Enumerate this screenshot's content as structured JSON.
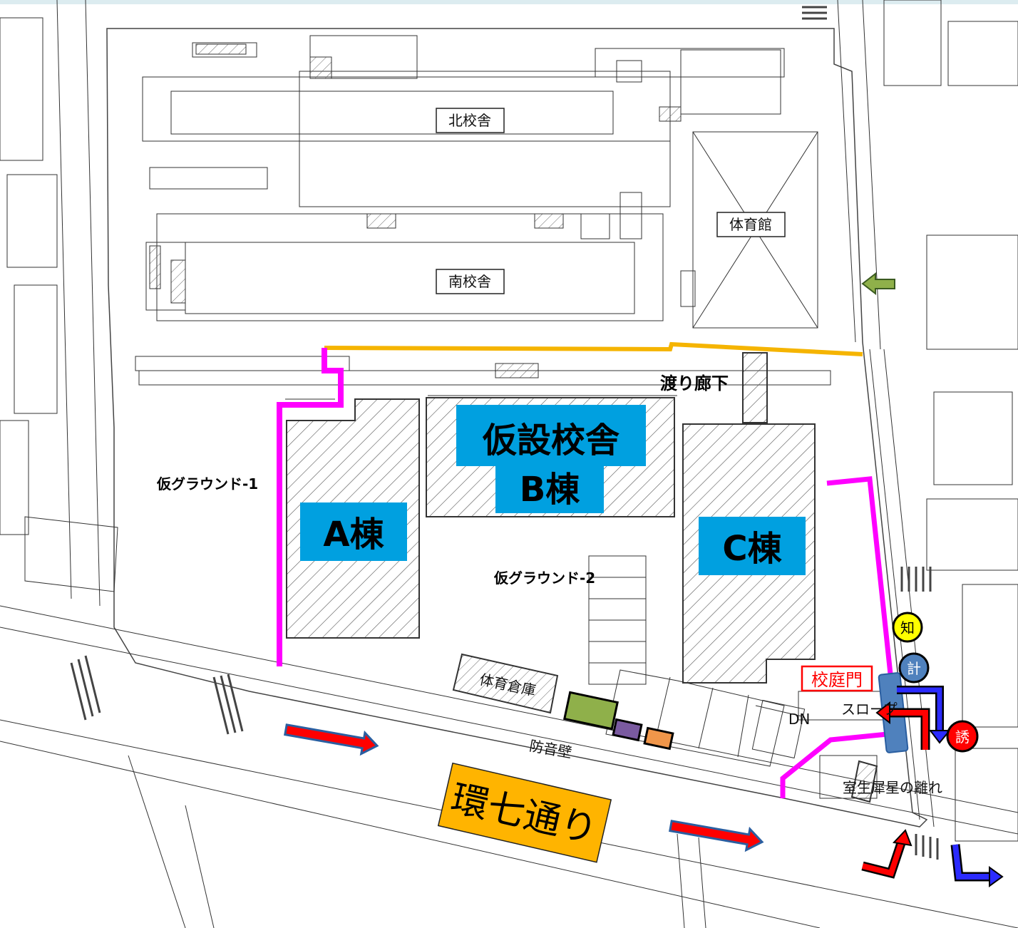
{
  "map": {
    "buildings": {
      "north": "北校舎",
      "south": "南校舎",
      "gym": "体育館",
      "storage": "体育倉庫",
      "annex": "室生犀星の離れ"
    },
    "temporary": {
      "line1": "仮設校舎",
      "line2": "B棟",
      "a": "A棟",
      "c": "C棟"
    },
    "labels": {
      "corridor": "渡り廊下",
      "ground1": "仮グラウンド-1",
      "ground2": "仮グラウンド-2",
      "gate": "校庭門",
      "wall": "防音壁",
      "slope": "スロープ",
      "dn": "DN"
    },
    "road": {
      "name": "環七通り"
    },
    "markers": [
      {
        "label": "知",
        "color": "#ffff00"
      },
      {
        "label": "計",
        "color": "#4f81bd"
      },
      {
        "label": "誘",
        "color": "#ff0000"
      }
    ],
    "colors": {
      "temp_building_fill": "#00a0e0",
      "route_magenta": "#ff00ff",
      "route_orange": "#f5b400",
      "road_label_bg": "#ffb400",
      "arrow_green": "#8fb04a",
      "arrow_red": "#ff0000",
      "arrow_blue": "#2b2bff",
      "gate_marker": "#4f81bd",
      "box_green": "#8fb04a",
      "box_purple": "#7a5aa0",
      "box_orange": "#f0964a"
    },
    "icons": [
      "arrow-left-icon",
      "traffic-arrow-icon",
      "turn-arrow-icon"
    ]
  }
}
